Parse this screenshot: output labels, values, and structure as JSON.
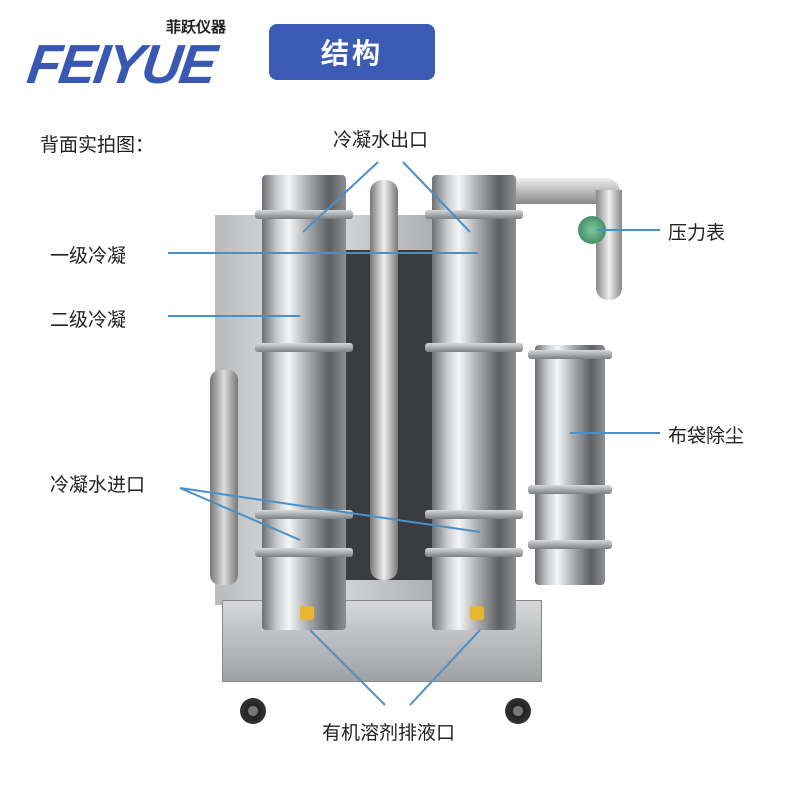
{
  "brand": {
    "name_cn": "菲跃仪器",
    "name_en": "FEIYUE"
  },
  "header": {
    "title": "结构"
  },
  "caption": "背面实拍图：",
  "labels": {
    "condensate_outlet": "冷凝水出口",
    "primary_condenser": "一级冷凝",
    "secondary_condenser": "二级冷凝",
    "condensate_inlet": "冷凝水进口",
    "pressure_gauge": "压力表",
    "bag_filter": "布袋除尘",
    "solvent_drain": "有机溶剂排液口"
  },
  "colors": {
    "brand": "#3b5bb4",
    "leader_line": "#4a90c8"
  }
}
